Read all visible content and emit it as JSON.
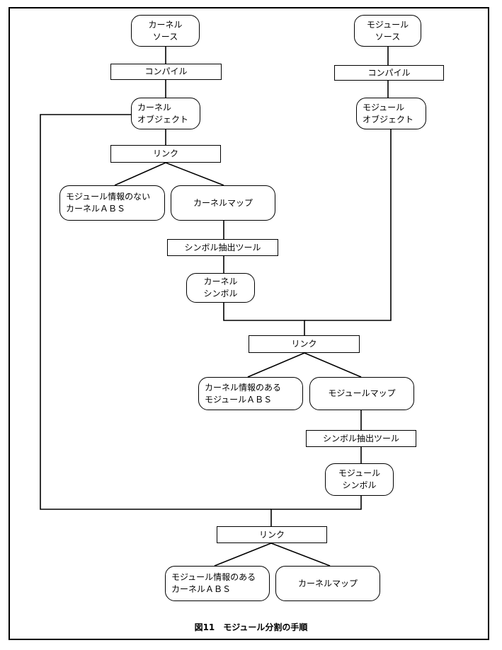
{
  "nodes": {
    "kernel_source": [
      "カーネル",
      "ソース"
    ],
    "module_source": [
      "モジュール",
      "ソース"
    ],
    "compile_1": "コンパイル",
    "compile_2": "コンパイル",
    "kernel_object": [
      "カーネル",
      "オブジェクト"
    ],
    "module_object": [
      "モジュール",
      "オブジェクト"
    ],
    "link_1": "リンク",
    "kernel_abs_no_module_info": [
      "モジュール情報のない",
      "カーネルＡＢＳ"
    ],
    "kernel_map_1": "カーネルマップ",
    "symbol_tool_1": "シンボル抽出ツール",
    "kernel_symbol": [
      "カーネル",
      "シンボル"
    ],
    "link_2": "リンク",
    "module_abs_with_kernel_info": [
      "カーネル情報のある",
      "モジュールＡＢＳ"
    ],
    "module_map": "モジュールマップ",
    "symbol_tool_2": "シンボル抽出ツール",
    "module_symbol": [
      "モジュール",
      "シンボル"
    ],
    "link_3": "リンク",
    "kernel_abs_with_module_info": [
      "モジュール情報のある",
      "カーネルＡＢＳ"
    ],
    "kernel_map_2": "カーネルマップ"
  },
  "caption": "図11　モジュール分割の手順"
}
